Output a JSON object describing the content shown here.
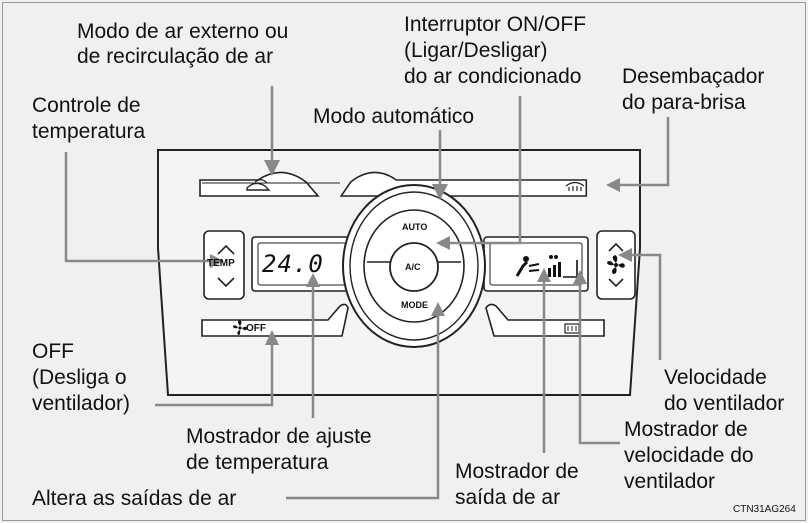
{
  "labels": {
    "recirc": [
      "Modo de ar externo ou",
      "de recirculação de ar"
    ],
    "ac_switch": [
      "Interruptor ON/OFF",
      "(Ligar/Desligar)",
      "do ar condicionado"
    ],
    "defroster": [
      "Desembaçador",
      "do para-brisa"
    ],
    "temp_control": [
      "Controle de",
      "temperatura"
    ],
    "auto_mode": "Modo automático",
    "fan_off": [
      "OFF",
      "(Desliga o",
      "ventilador)"
    ],
    "fan_speed": [
      "Velocidade",
      "do ventilador"
    ],
    "temp_display": [
      "Mostrador de ajuste",
      "de temperatura"
    ],
    "fan_speed_display": [
      "Mostrador de",
      "velocidade do",
      "ventilador"
    ],
    "outlet_display": [
      "Mostrador de",
      "saída de ar"
    ],
    "mode_change": "Altera as saídas de ar"
  },
  "panel": {
    "temp_value": "24.0",
    "temp_button_text": "TEMP",
    "auto_text": "AUTO",
    "ac_text": "A/C",
    "mode_text": "MODE",
    "off_text": "OFF"
  },
  "image_code": "CTN31AG264"
}
